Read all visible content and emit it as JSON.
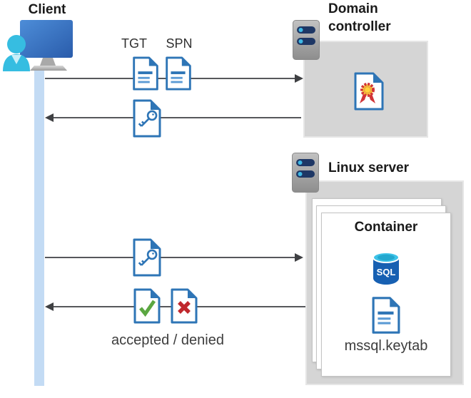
{
  "diagram": {
    "client": {
      "label": "Client"
    },
    "domain_controller": {
      "label": "Domain controller"
    },
    "linux_server": {
      "label": "Linux server",
      "container": {
        "label": "Container",
        "sql_icon_label": "SQL",
        "keytab_file_label": "mssql.keytab"
      }
    },
    "flows": {
      "request_tickets": {
        "tgt_label": "TGT",
        "spn_label": "SPN"
      },
      "result_label": "accepted / denied"
    },
    "colors": {
      "document_blue": "#2e75b6",
      "document_line_blue": "#5b9bd5",
      "accent_cyan": "#36bde1",
      "success_green": "#5ba741",
      "error_red": "#c0282d",
      "ribbon_yellow": "#ffd23b",
      "ribbon_red": "#d13438",
      "server_navy": "#1e3765",
      "sql_blue": "#1760b2",
      "sql_top_cyan": "#3ec3e8",
      "box_gray": "#d5d5d5",
      "arrow_gray": "#56575b",
      "lifeline_blue": "#c3dbf4"
    }
  }
}
